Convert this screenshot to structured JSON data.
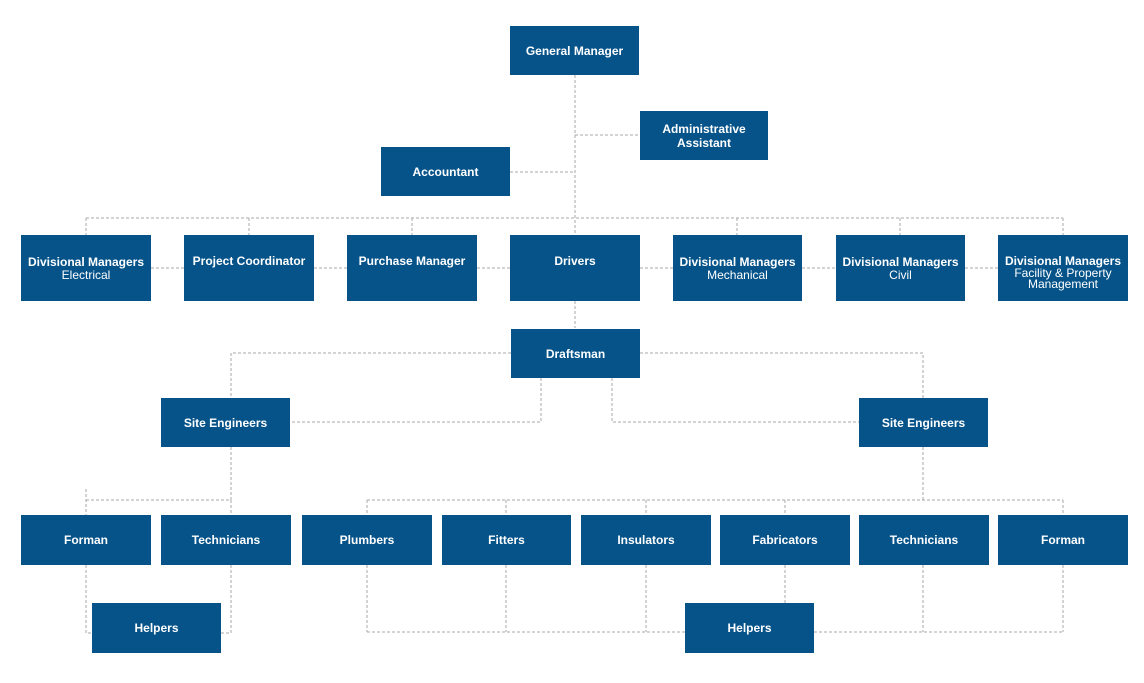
{
  "diagram": {
    "type": "org-chart",
    "colors": {
      "box": "#06538a",
      "text": "#ffffff",
      "connector": "#a9a9a9"
    },
    "nodes": {
      "general_manager": {
        "title": "General Manager"
      },
      "admin_assistant": {
        "title": "Administrative Assistant"
      },
      "accountant": {
        "title": "Accountant"
      },
      "dm_electrical": {
        "title": "Divisional Managers",
        "subtitle": "Electrical"
      },
      "project_coordinator": {
        "title": "Project Coordinator"
      },
      "purchase_manager": {
        "title": "Purchase Manager"
      },
      "drivers": {
        "title": "Drivers"
      },
      "dm_mechanical": {
        "title": "Divisional Managers",
        "subtitle": "Mechanical"
      },
      "dm_civil": {
        "title": "Divisional Managers",
        "subtitle": "Civil"
      },
      "dm_facility": {
        "title": "Divisional Managers",
        "subtitle": "Facility & Property Management"
      },
      "draftsman": {
        "title": "Draftsman"
      },
      "site_engineers_left": {
        "title": "Site Engineers"
      },
      "site_engineers_right": {
        "title": "Site Engineers"
      },
      "forman_left": {
        "title": "Forman"
      },
      "technicians_left": {
        "title": "Technicians"
      },
      "plumbers": {
        "title": "Plumbers"
      },
      "fitters": {
        "title": "Fitters"
      },
      "insulators": {
        "title": "Insulators"
      },
      "fabricators": {
        "title": "Fabricators"
      },
      "technicians_right": {
        "title": "Technicians"
      },
      "forman_right": {
        "title": "Forman"
      },
      "helpers_left": {
        "title": "Helpers"
      },
      "helpers_right": {
        "title": "Helpers"
      }
    }
  }
}
